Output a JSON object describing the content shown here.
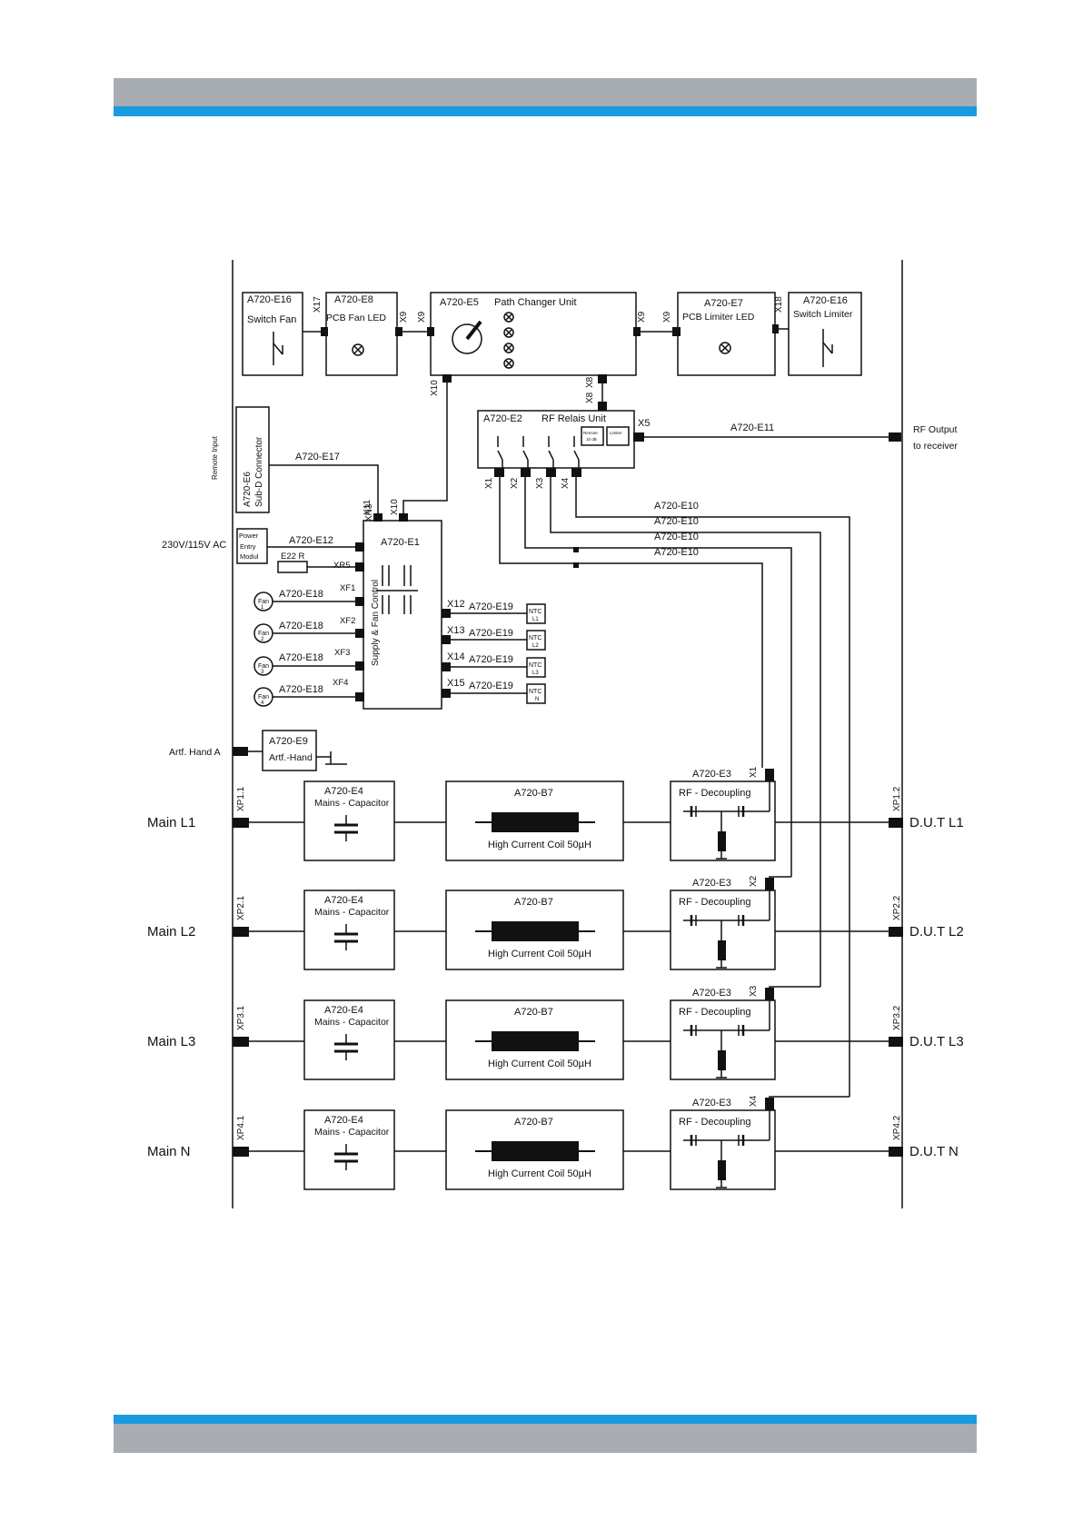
{
  "header": {
    "gray": "#a8adb3",
    "blue": "#1a9be0"
  },
  "footer": {
    "gray": "#a8adb3",
    "blue": "#1a9be0"
  },
  "labels": {
    "remote_input": "Remote Input",
    "ac_input": "230V/115V AC",
    "artf_hand_in": "Artf. Hand A",
    "rf_output_1": "RF Output",
    "rf_output_2": "to receiver",
    "e11": "A720-E11",
    "e17": "A720-E17",
    "e12": "A720-E12",
    "e10": "A720-E10",
    "e18": "A720-E18",
    "e19": "A720-E19"
  },
  "boxes": {
    "e16a": {
      "id": "A720-E16",
      "name": "Switch Fan"
    },
    "e8": {
      "id": "A720-E8",
      "name": "PCB Fan LED"
    },
    "e5": {
      "id": "A720-E5",
      "name": "Path Changer Unit"
    },
    "e7": {
      "id": "A720-E7",
      "name": "PCB Limiter LED"
    },
    "e16b": {
      "id": "A720-E16",
      "name": "Switch Limiter"
    },
    "e2": {
      "id": "A720-E2",
      "name": "RF Relais Unit",
      "sub1a": "Remote",
      "sub1b": "10 dB",
      "sub2": "Limiter"
    },
    "e6": {
      "id": "A720-E6",
      "name": "Sub-D Connector"
    },
    "power": {
      "l1": "Power",
      "l2": "Entry",
      "l3": "Modul"
    },
    "e1": {
      "id": "A720-E1",
      "name": "Supply & Fan Control"
    },
    "e9": {
      "id": "A720-E9",
      "name": "Artf.-Hand"
    },
    "resistor": "E22 R"
  },
  "connectors": {
    "x17": "X17",
    "x9": "X9",
    "x18": "X18",
    "x10": "X10",
    "x8": "X8",
    "x5": "X5",
    "x1": "X1",
    "x2": "X2",
    "x3": "X3",
    "x4": "X4",
    "x11": "X11",
    "xn3": "XN3",
    "xr5": "XR5",
    "xf1": "XF1",
    "xf2": "XF2",
    "xf3": "XF3",
    "xf4": "XF4",
    "x12": "X12",
    "x13": "X13",
    "x14": "X14",
    "x15": "X15"
  },
  "fans": [
    {
      "label": "Fan",
      "num": "1"
    },
    {
      "label": "Fan",
      "num": "2"
    },
    {
      "label": "Fan",
      "num": "3"
    },
    {
      "label": "Fan",
      "num": "4"
    }
  ],
  "ntcs": [
    {
      "label": "NTC",
      "num": "L1"
    },
    {
      "label": "NTC",
      "num": "L2"
    },
    {
      "label": "NTC",
      "num": "L3"
    },
    {
      "label": "NTC",
      "num": "N"
    }
  ],
  "rows": [
    {
      "input": "Main L1",
      "in_conn": "XP1.1",
      "out_conn": "XP1.2",
      "output": "D.U.T L1",
      "rf_conn": "X1"
    },
    {
      "input": "Main L2",
      "in_conn": "XP2.1",
      "out_conn": "XP2.2",
      "output": "D.U.T L2",
      "rf_conn": "X2"
    },
    {
      "input": "Main L3",
      "in_conn": "XP3.1",
      "out_conn": "XP3.2",
      "output": "D.U.T L3",
      "rf_conn": "X3"
    },
    {
      "input": "Main N",
      "in_conn": "XP4.1",
      "out_conn": "XP4.2",
      "output": "D.U.T N",
      "rf_conn": "X4"
    }
  ],
  "row_boxes": {
    "cap_id": "A720-E4",
    "cap_name": "Mains - Capacitor",
    "coil_id": "A720-B7",
    "coil_name": "High Current Coil 50µH",
    "rf_id": "A720-E3",
    "rf_name": "RF - Decoupling"
  }
}
